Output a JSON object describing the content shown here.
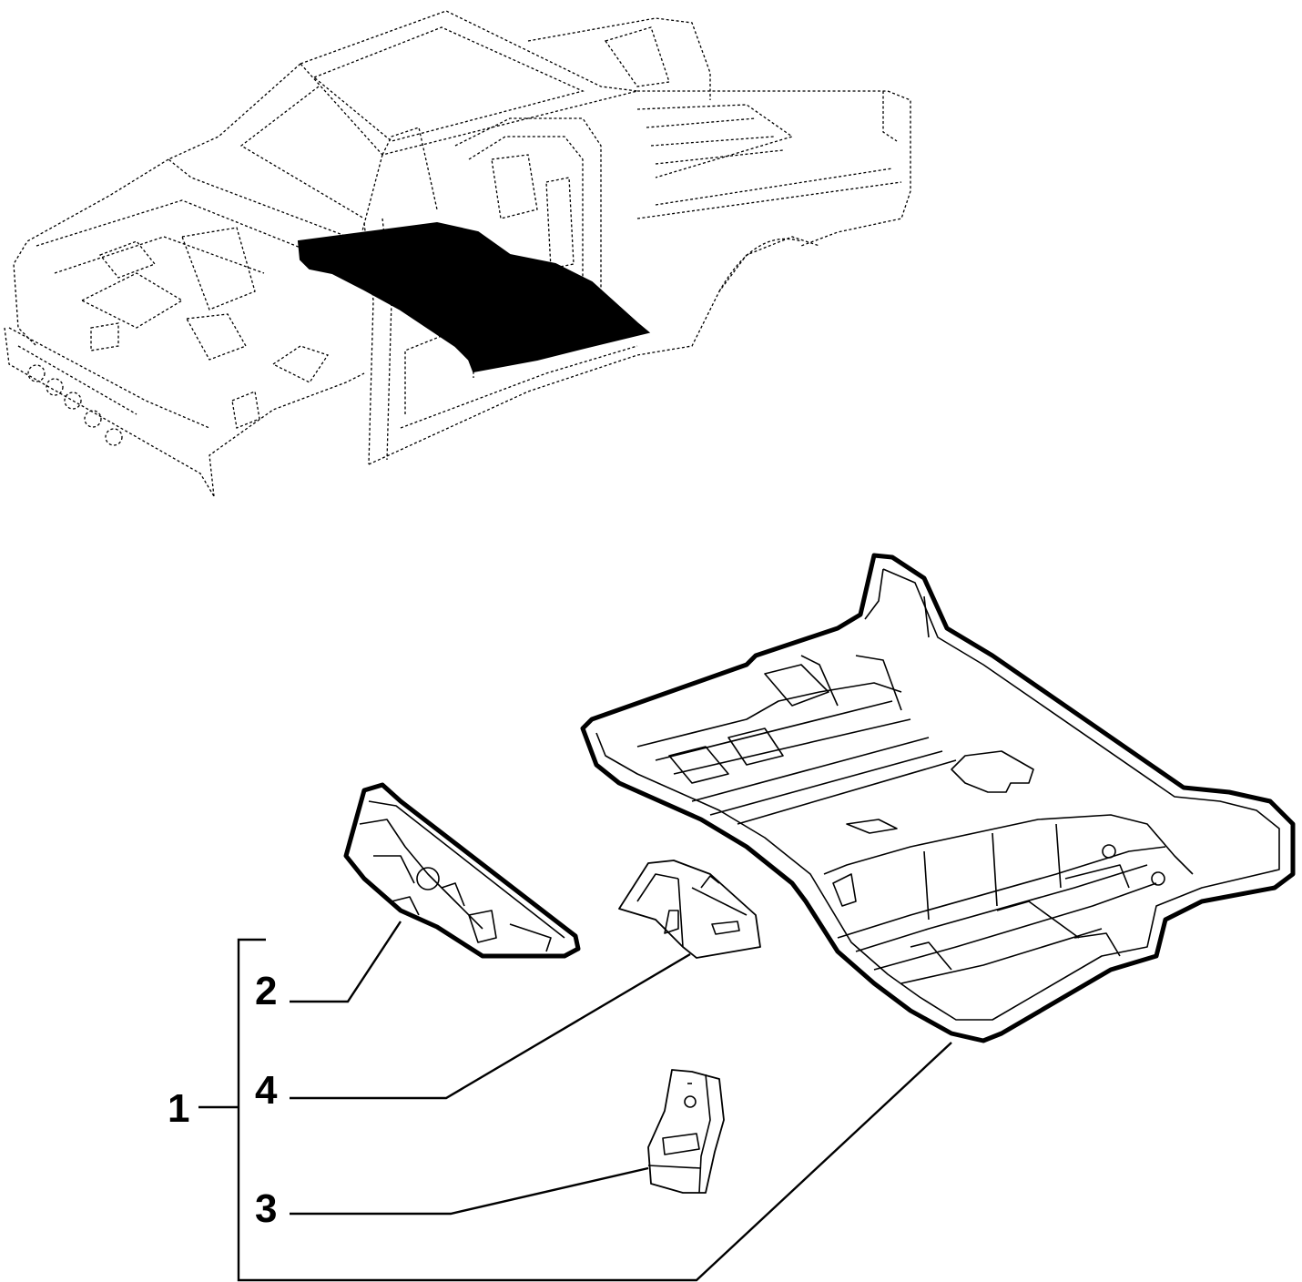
{
  "diagram": {
    "callouts": [
      {
        "id": "1",
        "label": "1"
      },
      {
        "id": "2",
        "label": "2"
      },
      {
        "id": "3",
        "label": "3"
      },
      {
        "id": "4",
        "label": "4"
      }
    ],
    "colors": {
      "line": "#000000",
      "background": "#ffffff",
      "highlight": "#000000"
    }
  }
}
